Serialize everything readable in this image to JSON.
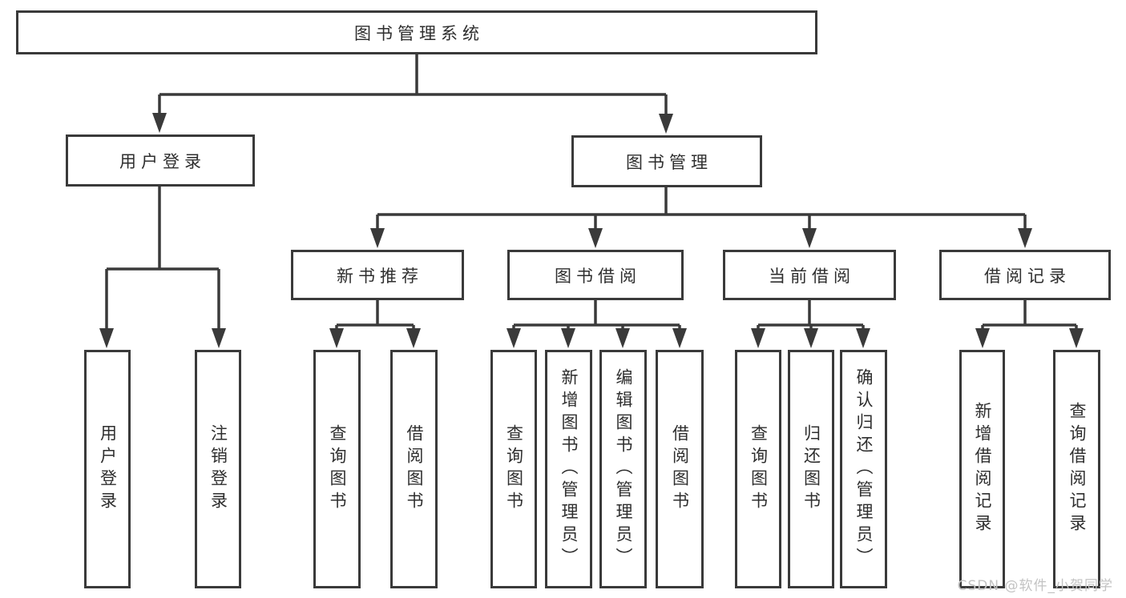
{
  "title": "图书管理系统",
  "watermark": "CSDN @软件_小贺同学",
  "colors": {
    "line": "#3a3a3a",
    "text": "#2e2e2e",
    "background": "#ffffff",
    "watermark": "#c3c3c3"
  },
  "diagram": {
    "type": "tree",
    "root": {
      "label": "图书管理系统"
    },
    "level1": {
      "user_login": {
        "label": "用户登录"
      },
      "book_mgmt": {
        "label": "图书管理"
      }
    },
    "level2": {
      "new_book": {
        "label": "新书推荐"
      },
      "book_borrow": {
        "label": "图书借阅"
      },
      "current_borrow": {
        "label": "当前借阅"
      },
      "borrow_record": {
        "label": "借阅记录"
      }
    },
    "leaves": {
      "user_login": "用户登录",
      "logout": "注销登录",
      "nb_query": "查询图书",
      "nb_borrow": "借阅图书",
      "bb_query": "查询图书",
      "bb_add": "新增图书（管理员）",
      "bb_edit": "编辑图书（管理员）",
      "bb_borrow": "借阅图书",
      "cb_query": "查询图书",
      "cb_return": "归还图书",
      "cb_confirm": "确认归还（管理员）",
      "br_add": "新增借阅记录",
      "br_query": "查询借阅记录"
    },
    "structure": {
      "图书管理系统": [
        "用户登录",
        "图书管理"
      ],
      "用户登录": [
        "用户登录",
        "注销登录"
      ],
      "图书管理": [
        "新书推荐",
        "图书借阅",
        "当前借阅",
        "借阅记录"
      ],
      "新书推荐": [
        "查询图书",
        "借阅图书"
      ],
      "图书借阅": [
        "查询图书",
        "新增图书（管理员）",
        "编辑图书（管理员）",
        "借阅图书"
      ],
      "当前借阅": [
        "查询图书",
        "归还图书",
        "确认归还（管理员）"
      ],
      "借阅记录": [
        "新增借阅记录",
        "查询借阅记录"
      ]
    }
  }
}
